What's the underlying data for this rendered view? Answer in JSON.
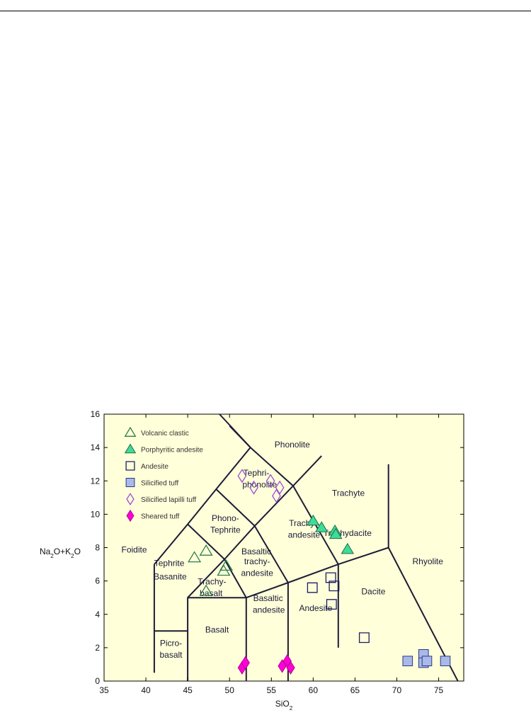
{
  "colors": {
    "plot_background": "#ffffd9",
    "boundary": "#1c1c38",
    "porphyritic_andesite": "#3ddc97",
    "silicified_tuff": "#a9b9ea",
    "andesite_stroke": "#1c1c6a",
    "lapilli_stroke": "#9a4ed6",
    "sheared_tuff": "#ff00d4",
    "clastic_stroke": "#2e7d4f"
  },
  "chart_data": {
    "type": "scatter",
    "title": "",
    "xlabel": "SiO",
    "xlabel_sub": "2",
    "ylabel_parts": [
      "Na",
      "2",
      "O+K",
      "2",
      "O"
    ],
    "xlim": [
      35,
      78
    ],
    "ylim": [
      0,
      16
    ],
    "x_ticks": [
      35,
      40,
      45,
      50,
      55,
      60,
      65,
      70,
      75
    ],
    "y_ticks": [
      0,
      2,
      4,
      6,
      8,
      10,
      12,
      14,
      16
    ],
    "legend_position": "top-left",
    "series": [
      {
        "name": "Volcanic clastic",
        "marker": "triangle-open",
        "points": [
          [
            45.8,
            7.4
          ],
          [
            47.2,
            7.8
          ],
          [
            49.3,
            6.6
          ],
          [
            49.6,
            6.9
          ],
          [
            47.2,
            5.4
          ]
        ]
      },
      {
        "name": "Porphyritic andesite",
        "marker": "triangle-filled",
        "points": [
          [
            60.0,
            9.6
          ],
          [
            61.0,
            9.2
          ],
          [
            62.6,
            9.0
          ],
          [
            62.7,
            8.8
          ],
          [
            64.1,
            7.9
          ]
        ]
      },
      {
        "name": "Andesite",
        "marker": "square-open",
        "points": [
          [
            59.9,
            5.6
          ],
          [
            62.1,
            6.2
          ],
          [
            62.5,
            5.7
          ],
          [
            62.2,
            4.6
          ],
          [
            66.1,
            2.6
          ]
        ]
      },
      {
        "name": "Silicified tuff",
        "marker": "square-filled",
        "points": [
          [
            71.3,
            1.2
          ],
          [
            73.2,
            1.6
          ],
          [
            73.2,
            1.1
          ],
          [
            73.6,
            1.2
          ],
          [
            75.8,
            1.2
          ]
        ]
      },
      {
        "name": "Silicified lapilli tuff",
        "marker": "diamond-open",
        "points": [
          [
            51.5,
            12.3
          ],
          [
            52.9,
            11.6
          ],
          [
            54.9,
            12.0
          ],
          [
            55.6,
            11.1
          ],
          [
            56.0,
            11.6
          ]
        ]
      },
      {
        "name": "Sheared tuff",
        "marker": "diamond-filled",
        "points": [
          [
            51.5,
            0.8
          ],
          [
            51.9,
            1.1
          ],
          [
            56.3,
            0.9
          ],
          [
            56.9,
            1.2
          ],
          [
            57.3,
            0.8
          ]
        ]
      }
    ],
    "boundaries": [
      [
        [
          41,
          0.5
        ],
        [
          41,
          7
        ]
      ],
      [
        [
          41,
          3
        ],
        [
          45,
          3
        ]
      ],
      [
        [
          45,
          0
        ],
        [
          45,
          5
        ],
        [
          49.4,
          7.3
        ],
        [
          53,
          9.3
        ],
        [
          57.6,
          11.7
        ],
        [
          61,
          13.5
        ]
      ],
      [
        [
          45,
          5
        ],
        [
          52,
          5
        ],
        [
          57,
          5.9
        ],
        [
          63,
          7
        ],
        [
          69,
          8
        ],
        [
          77.3,
          0
        ]
      ],
      [
        [
          52,
          0
        ],
        [
          52,
          5
        ]
      ],
      [
        [
          57,
          0
        ],
        [
          57,
          5.9
        ]
      ],
      [
        [
          63,
          2
        ],
        [
          63,
          7
        ]
      ],
      [
        [
          41,
          7
        ],
        [
          45,
          9.4
        ],
        [
          48.4,
          11.5
        ],
        [
          52.5,
          14
        ],
        [
          57.6,
          11.7
        ]
      ],
      [
        [
          45,
          9.4
        ],
        [
          49.4,
          7.3
        ],
        [
          52,
          5
        ]
      ],
      [
        [
          48.4,
          11.5
        ],
        [
          53,
          9.3
        ],
        [
          57,
          5.9
        ]
      ],
      [
        [
          52.5,
          14
        ],
        [
          48.8,
          16
        ]
      ],
      [
        [
          57.6,
          11.7
        ],
        [
          63,
          7
        ]
      ],
      [
        [
          69,
          8
        ],
        [
          69,
          13
        ]
      ],
      [
        [
          52.5,
          14
        ],
        [
          50,
          15.3
        ]
      ]
    ],
    "field_labels": [
      {
        "text": "Phonolite",
        "x": 57.5,
        "y": 14.0
      },
      {
        "text": "Tephri-",
        "x": 53.2,
        "y": 12.3
      },
      {
        "text": "phonolite",
        "x": 53.6,
        "y": 11.6
      },
      {
        "text": "Trachyte",
        "x": 64.2,
        "y": 11.1
      },
      {
        "text": "Phono-",
        "x": 49.5,
        "y": 9.6
      },
      {
        "text": "Tephrite",
        "x": 49.5,
        "y": 8.9
      },
      {
        "text": "Trachy-",
        "x": 58.8,
        "y": 9.3
      },
      {
        "text": "andesite",
        "x": 58.9,
        "y": 8.6
      },
      {
        "text": "Trachydacite",
        "x": 64.1,
        "y": 8.7
      },
      {
        "text": "Basaltic",
        "x": 53.2,
        "y": 7.6
      },
      {
        "text": "trachy-",
        "x": 53.3,
        "y": 7.0
      },
      {
        "text": "andesite",
        "x": 53.3,
        "y": 6.3
      },
      {
        "text": "Foidite",
        "x": 38.6,
        "y": 7.7
      },
      {
        "text": "Tephrite",
        "x": 42.8,
        "y": 6.9
      },
      {
        "text": "Basanite",
        "x": 42.9,
        "y": 6.1
      },
      {
        "text": "Trachy-",
        "x": 47.9,
        "y": 5.8
      },
      {
        "text": "basalt",
        "x": 47.8,
        "y": 5.1
      },
      {
        "text": "Rhyolite",
        "x": 73.7,
        "y": 7.0
      },
      {
        "text": "Dacite",
        "x": 67.2,
        "y": 5.2
      },
      {
        "text": "Andesite",
        "x": 60.3,
        "y": 4.2
      },
      {
        "text": "Basaltic",
        "x": 54.6,
        "y": 4.8
      },
      {
        "text": "andesite",
        "x": 54.7,
        "y": 4.1
      },
      {
        "text": "Basalt",
        "x": 48.5,
        "y": 2.9
      },
      {
        "text": "Picro-",
        "x": 43.0,
        "y": 2.1
      },
      {
        "text": "basalt",
        "x": 43.0,
        "y": 1.4
      }
    ]
  }
}
